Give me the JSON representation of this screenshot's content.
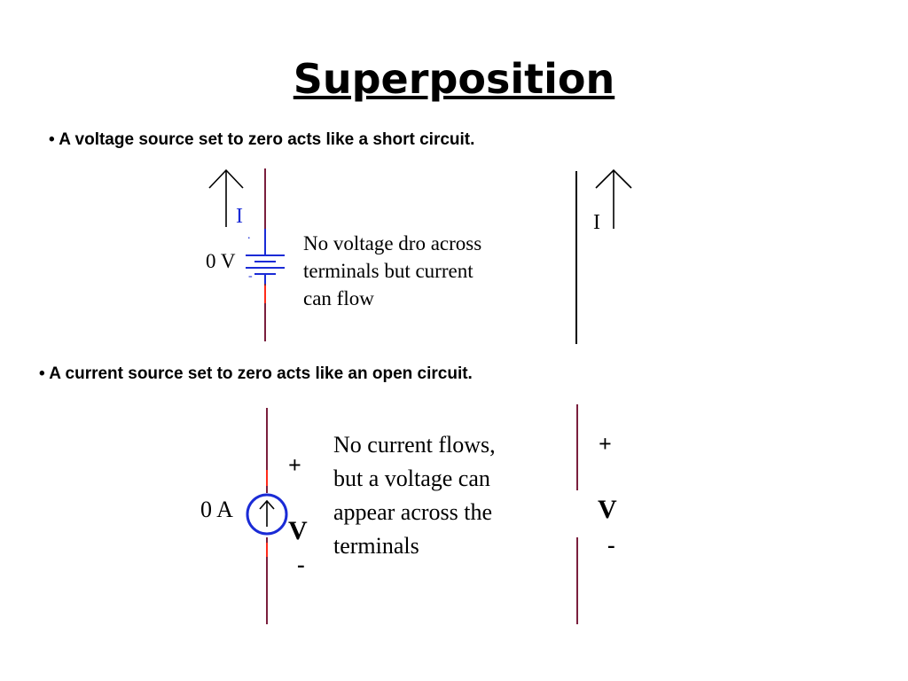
{
  "title": "Superposition",
  "bullet1": "• A voltage source set to zero acts like a short circuit.",
  "bullet2": "• A current source set to zero acts like an open circuit.",
  "voltage_section": {
    "source_label": "0 V",
    "current_label_left": "I",
    "current_label_right": "I",
    "plus_mark": ".",
    "minus_mark": "-",
    "note_lines": [
      "No voltage dro across",
      "terminals but current",
      "can flow"
    ]
  },
  "current_section": {
    "source_label": "0 A",
    "plus_left": "+",
    "v_left": "V",
    "minus_left": "-",
    "plus_right": "+",
    "v_right": "V",
    "minus_right": "-",
    "note_lines": [
      "No current flows,",
      "but a voltage can",
      "appear across the",
      "terminals"
    ]
  },
  "colors": {
    "wire": "#7a1f3d",
    "source_blue": "#1a2bd6",
    "short_black": "#000000",
    "tap_red": "#ff2a1a"
  }
}
